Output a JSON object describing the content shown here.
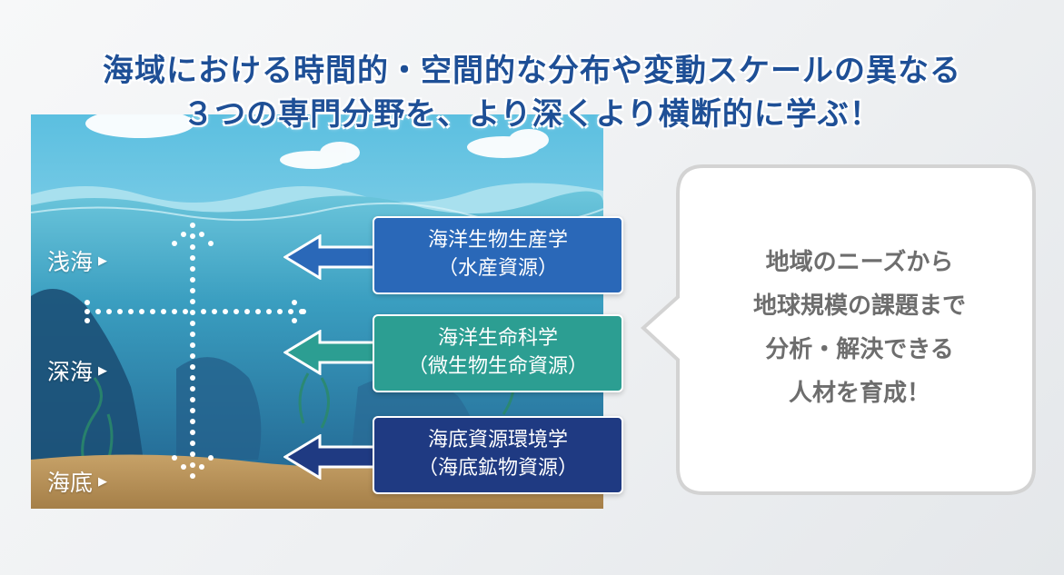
{
  "headline": {
    "line1": "海域における時間的・空間的な分布や変動スケールの異なる",
    "line2": "３つの専門分野を、より深くより横断的に学ぶ！"
  },
  "depths": [
    {
      "label": "浅海",
      "marker": "▶"
    },
    {
      "label": "深海",
      "marker": "▶"
    },
    {
      "label": "海底",
      "marker": "▶"
    }
  ],
  "fields": [
    {
      "name": "海洋生物生産学",
      "sub": "（水産資源）",
      "color": "#2a68b8"
    },
    {
      "name": "海洋生命科学",
      "sub": "（微生物生命資源）",
      "color": "#2c9e92"
    },
    {
      "name": "海底資源環境学",
      "sub": "（海底鉱物資源）",
      "color": "#1f3a82"
    }
  ],
  "bubble": {
    "lines": [
      "地域のニーズから",
      "地球規模の課題まで",
      "分析・解決できる",
      "人材を育成！"
    ]
  }
}
